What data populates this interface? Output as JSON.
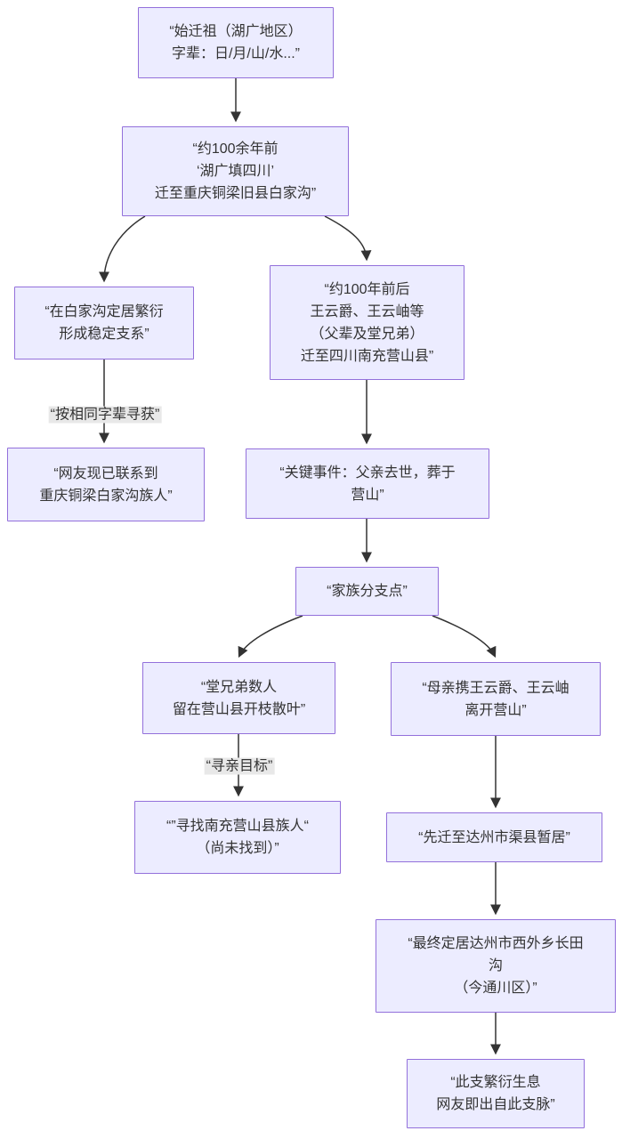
{
  "diagram": {
    "type": "flowchart",
    "direction": "top-down",
    "colors": {
      "node_fill": "#ECECFF",
      "node_border": "#9370DB",
      "text": "#333333",
      "edge_line": "#333333",
      "edge_label_bg": "#e8e8e8",
      "background": "#ffffff"
    },
    "nodes": [
      {
        "id": "A",
        "text": "“始迁祖（湖广地区）\n字辈：日/月/山/水...”"
      },
      {
        "id": "B",
        "text": "“约100余年前\n‘湖广填四川’\n迁至重庆铜梁旧县白家沟”"
      },
      {
        "id": "C",
        "text": "“在白家沟定居繁衍\n形成稳定支系”"
      },
      {
        "id": "D",
        "text": "“网友现已联系到\n重庆铜梁白家沟族人”"
      },
      {
        "id": "E",
        "text": "“约100年前后\n王云爵、王云岫等\n（父辈及堂兄弟）\n迁至四川南充营山县”"
      },
      {
        "id": "F",
        "text": "“关键事件：父亲去世，葬于\n营山”"
      },
      {
        "id": "G",
        "text": "“家族分支点”"
      },
      {
        "id": "H",
        "text": "“堂兄弟数人\n留在营山县开枝散叶”"
      },
      {
        "id": "I",
        "text": "“母亲携王云爵、王云岫\n离开营山”"
      },
      {
        "id": "J",
        "text": "“”寻找南充营山县族人“\n（尚未找到）”"
      },
      {
        "id": "K",
        "text": "“先迁至达州市渠县暂居”"
      },
      {
        "id": "L",
        "text": "“最终定居达州市西外乡长田\n沟\n（今通川区）”"
      },
      {
        "id": "M",
        "text": "“此支繁衍生息\n网友即出自此支脉”"
      }
    ],
    "edges": [
      {
        "from": "A",
        "to": "B"
      },
      {
        "from": "B",
        "to": "C"
      },
      {
        "from": "B",
        "to": "E"
      },
      {
        "from": "C",
        "to": "D",
        "label": "“按相同字辈寻获”"
      },
      {
        "from": "E",
        "to": "F"
      },
      {
        "from": "F",
        "to": "G"
      },
      {
        "from": "G",
        "to": "H"
      },
      {
        "from": "G",
        "to": "I"
      },
      {
        "from": "H",
        "to": "J",
        "label": "“寻亲目标”"
      },
      {
        "from": "I",
        "to": "K"
      },
      {
        "from": "K",
        "to": "L"
      },
      {
        "from": "L",
        "to": "M"
      }
    ]
  }
}
